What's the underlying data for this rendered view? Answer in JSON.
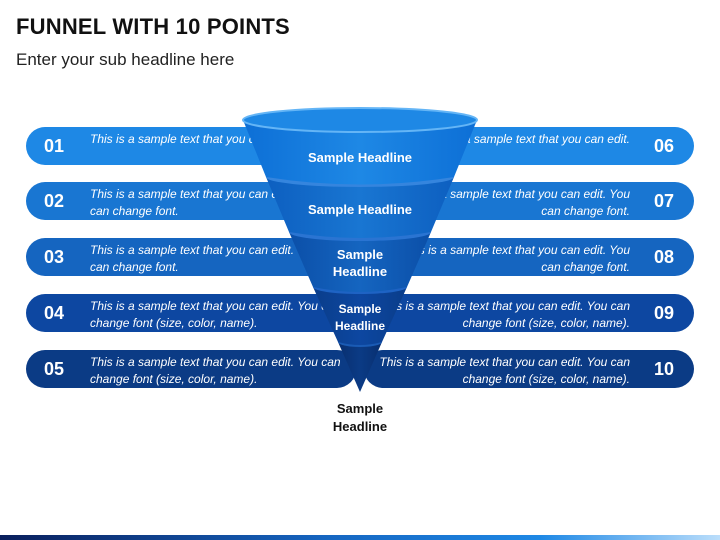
{
  "title": "FUNNEL WITH 10 POINTS",
  "subtitle": "Enter your sub headline here",
  "colors": {
    "row1": "#1e88e5",
    "row2": "#1976d2",
    "row3": "#1565c0",
    "row4": "#0d47a1",
    "row5": "#0b3b85",
    "funnel_top": "#1e88e5",
    "funnel_rim": "#64b5f6"
  },
  "left_items": [
    {
      "num": "01",
      "text": "This is a sample text that you can edit."
    },
    {
      "num": "02",
      "text": "This is a sample text that you can edit. You can change font."
    },
    {
      "num": "03",
      "text": "This is a sample text that you can edit. You can change font."
    },
    {
      "num": "04",
      "text": "This is a sample text that you can edit. You can change font (size, color, name)."
    },
    {
      "num": "05",
      "text": "This is a sample text that you can edit. You can change font (size, color, name)."
    }
  ],
  "right_items": [
    {
      "num": "06",
      "text": "This is a sample text that you can edit."
    },
    {
      "num": "07",
      "text": "This is a sample text that you can edit. You can change font."
    },
    {
      "num": "08",
      "text": "This is a sample text that you can edit. You can change font."
    },
    {
      "num": "09",
      "text": "This is a sample text that you can edit. You can change font (size, color, name)."
    },
    {
      "num": "10",
      "text": "This is a sample text that you can edit. You can change font (size, color, name)."
    }
  ],
  "funnel_labels": [
    "Sample Headline",
    "Sample Headline",
    "Sample Headline",
    "Sample Headline",
    "Sample Headline"
  ]
}
